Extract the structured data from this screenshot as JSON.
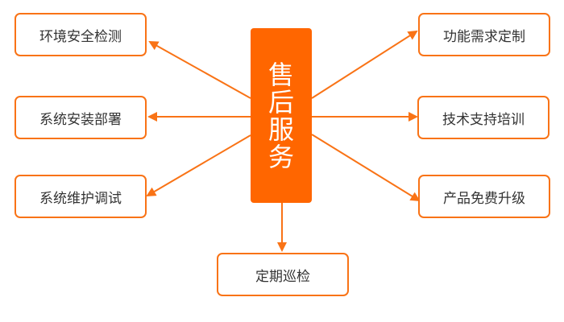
{
  "center": {
    "label": "售后服务"
  },
  "left": [
    "环境安全检测",
    "系统安装部署",
    "系统维护调试"
  ],
  "right": [
    "功能需求定制",
    "技术支持培训",
    "产品免费升级"
  ],
  "bottom": "定期巡检",
  "colors": {
    "accent": "#ff6600",
    "text": "#333333"
  }
}
